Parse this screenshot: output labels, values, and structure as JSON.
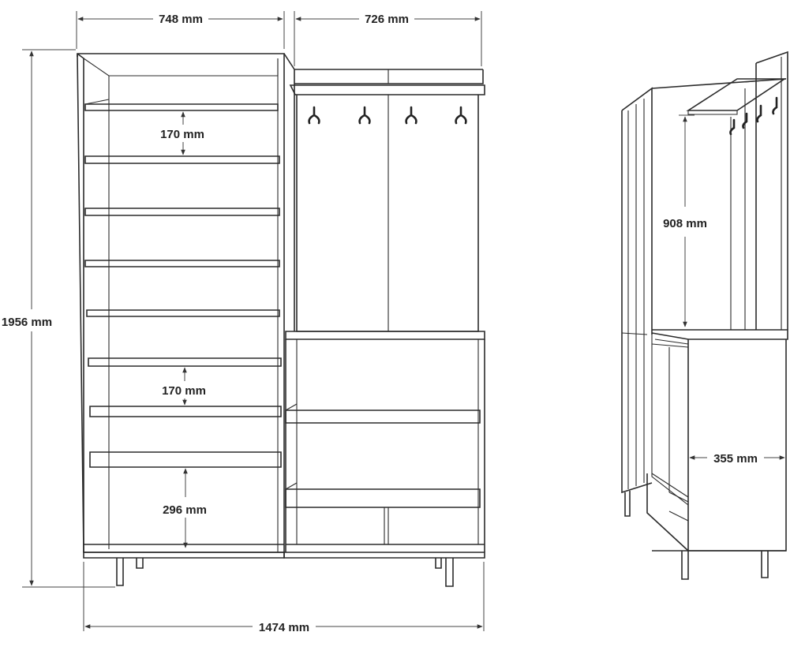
{
  "dimensions": {
    "front_left_width": "748 mm",
    "front_right_width": "726 mm",
    "total_height": "1956 mm",
    "total_width": "1474 mm",
    "shelf_spacing_top": "170 mm",
    "shelf_spacing_mid": "170 mm",
    "bottom_compartment": "296 mm",
    "side_hanging_height": "908 mm",
    "side_depth": "355 mm"
  },
  "colors": {
    "line": "#2b2b2b",
    "label": "#222222",
    "background": "#ffffff"
  },
  "icons": [
    "coat-hook-icon"
  ]
}
